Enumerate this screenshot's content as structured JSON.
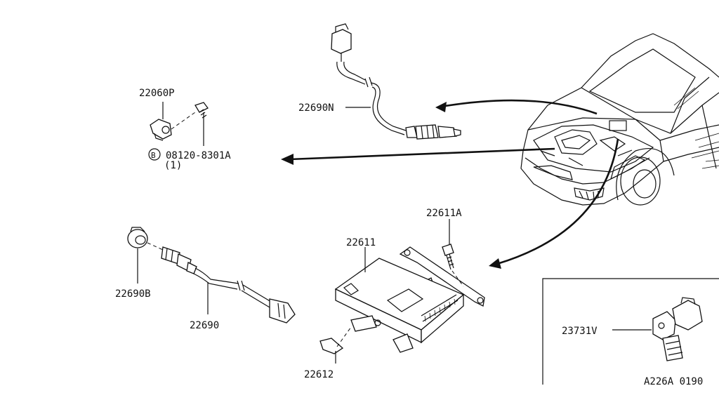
{
  "diagram": {
    "part_labels": {
      "p22060P": "22060P",
      "p08120": "08120-8301A",
      "bolt_marker": "B",
      "bolt_qty": "(1)",
      "p22690N": "22690N",
      "p22611A": "22611A",
      "p22611": "22611",
      "p22690B": "22690B",
      "p22690": "22690",
      "p22612": "22612",
      "p23731V": "23731V"
    },
    "drawing_code": "A226A 0190"
  }
}
